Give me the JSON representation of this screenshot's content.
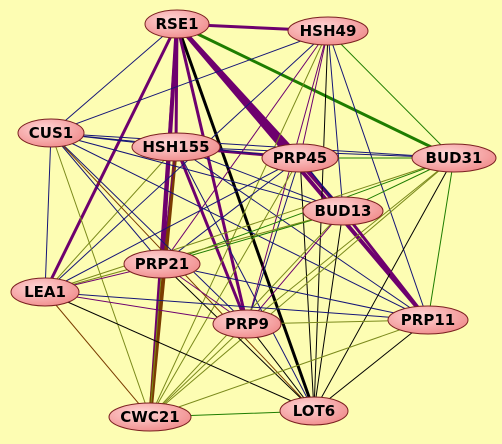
{
  "background_color": "#fdfdb3",
  "node_fill": "#f08c8c",
  "node_stroke": "#7a2020",
  "edge_colors": {
    "purple": "#6e006e",
    "green": "#1e7d00",
    "black": "#000000",
    "navy": "#151577",
    "brown": "#7a3c00",
    "olive": "#7b8a1c"
  },
  "nodes": [
    {
      "id": "RSE1",
      "label": "RSE1"
    },
    {
      "id": "HSH49",
      "label": "HSH49"
    },
    {
      "id": "CUS1",
      "label": "CUS1"
    },
    {
      "id": "HSH155",
      "label": "HSH155"
    },
    {
      "id": "PRP45",
      "label": "PRP45"
    },
    {
      "id": "BUD31",
      "label": "BUD31"
    },
    {
      "id": "BUD13",
      "label": "BUD13"
    },
    {
      "id": "PRP21",
      "label": "PRP21"
    },
    {
      "id": "LEA1",
      "label": "LEA1"
    },
    {
      "id": "PRP9",
      "label": "PRP9"
    },
    {
      "id": "PRP11",
      "label": "PRP11"
    },
    {
      "id": "CWC21",
      "label": "CWC21"
    },
    {
      "id": "LOT6",
      "label": "LOT6"
    }
  ],
  "edges": [
    {
      "source": "RSE1",
      "target": "HSH49",
      "color": "purple",
      "weight": 3
    },
    {
      "source": "RSE1",
      "target": "BUD31",
      "color": "green",
      "weight": 3
    },
    {
      "source": "RSE1",
      "target": "LOT6",
      "color": "black",
      "weight": 3
    },
    {
      "source": "RSE1",
      "target": "PRP45",
      "color": "purple",
      "weight": 4
    },
    {
      "source": "RSE1",
      "target": "BUD13",
      "color": "purple",
      "weight": 4
    },
    {
      "source": "RSE1",
      "target": "PRP11",
      "color": "purple",
      "weight": 4
    },
    {
      "source": "RSE1",
      "target": "LEA1",
      "color": "purple",
      "weight": 3
    },
    {
      "source": "RSE1",
      "target": "PRP21",
      "color": "purple",
      "weight": 4
    },
    {
      "source": "RSE1",
      "target": "PRP9",
      "color": "purple",
      "weight": 3
    },
    {
      "source": "RSE1",
      "target": "CWC21",
      "color": "purple",
      "weight": 3
    },
    {
      "source": "RSE1",
      "target": "HSH155",
      "color": "purple",
      "weight": 3
    },
    {
      "source": "RSE1",
      "target": "CUS1",
      "color": "navy",
      "weight": 1
    },
    {
      "source": "HSH155",
      "target": "CWC21",
      "color": "brown",
      "weight": 4
    },
    {
      "source": "HSH155",
      "target": "PRP45",
      "color": "purple",
      "weight": 3
    },
    {
      "source": "HSH155",
      "target": "PRP9",
      "color": "purple",
      "weight": 3
    },
    {
      "source": "HSH155",
      "target": "BUD31",
      "color": "navy",
      "weight": 1
    },
    {
      "source": "HSH155",
      "target": "BUD13",
      "color": "navy",
      "weight": 1
    },
    {
      "source": "HSH155",
      "target": "LOT6",
      "color": "navy",
      "weight": 1
    },
    {
      "source": "HSH155",
      "target": "PRP11",
      "color": "navy",
      "weight": 1
    },
    {
      "source": "HSH155",
      "target": "LEA1",
      "color": "olive",
      "weight": 1
    },
    {
      "source": "HSH155",
      "target": "PRP21",
      "color": "purple",
      "weight": 1
    },
    {
      "source": "HSH49",
      "target": "CUS1",
      "color": "navy",
      "weight": 1
    },
    {
      "source": "HSH49",
      "target": "BUD31",
      "color": "green",
      "weight": 1
    },
    {
      "source": "HSH49",
      "target": "PRP45",
      "color": "purple",
      "weight": 1
    },
    {
      "source": "HSH49",
      "target": "BUD13",
      "color": "navy",
      "weight": 1
    },
    {
      "source": "HSH49",
      "target": "PRP21",
      "color": "purple",
      "weight": 1
    },
    {
      "source": "HSH49",
      "target": "PRP9",
      "color": "purple",
      "weight": 1
    },
    {
      "source": "HSH49",
      "target": "PRP11",
      "color": "navy",
      "weight": 1
    },
    {
      "source": "HSH49",
      "target": "LOT6",
      "color": "black",
      "weight": 1
    },
    {
      "source": "HSH49",
      "target": "LEA1",
      "color": "navy",
      "weight": 1
    },
    {
      "source": "HSH49",
      "target": "CWC21",
      "color": "olive",
      "weight": 1
    },
    {
      "source": "CUS1",
      "target": "HSH155",
      "color": "navy",
      "weight": 1
    },
    {
      "source": "CUS1",
      "target": "PRP45",
      "color": "navy",
      "weight": 1
    },
    {
      "source": "CUS1",
      "target": "BUD31",
      "color": "navy",
      "weight": 1
    },
    {
      "source": "CUS1",
      "target": "BUD13",
      "color": "navy",
      "weight": 1
    },
    {
      "source": "CUS1",
      "target": "PRP21",
      "color": "navy",
      "weight": 1
    },
    {
      "source": "CUS1",
      "target": "LEA1",
      "color": "navy",
      "weight": 1
    },
    {
      "source": "CUS1",
      "target": "PRP9",
      "color": "navy",
      "weight": 1
    },
    {
      "source": "CUS1",
      "target": "PRP11",
      "color": "navy",
      "weight": 1
    },
    {
      "source": "CUS1",
      "target": "CWC21",
      "color": "olive",
      "weight": 1
    },
    {
      "source": "CUS1",
      "target": "LOT6",
      "color": "brown",
      "weight": 1
    },
    {
      "source": "PRP45",
      "target": "BUD31",
      "color": "green",
      "weight": 1
    },
    {
      "source": "PRP45",
      "target": "BUD13",
      "color": "navy",
      "weight": 1
    },
    {
      "source": "PRP45",
      "target": "PRP21",
      "color": "navy",
      "weight": 1
    },
    {
      "source": "PRP45",
      "target": "LEA1",
      "color": "navy",
      "weight": 1
    },
    {
      "source": "PRP45",
      "target": "PRP9",
      "color": "navy",
      "weight": 1
    },
    {
      "source": "PRP45",
      "target": "PRP11",
      "color": "navy",
      "weight": 1
    },
    {
      "source": "PRP45",
      "target": "LOT6",
      "color": "black",
      "weight": 1
    },
    {
      "source": "PRP45",
      "target": "CWC21",
      "color": "olive",
      "weight": 1
    },
    {
      "source": "BUD31",
      "target": "BUD13",
      "color": "green",
      "weight": 1
    },
    {
      "source": "BUD31",
      "target": "PRP21",
      "color": "green",
      "weight": 1
    },
    {
      "source": "BUD31",
      "target": "LEA1",
      "color": "olive",
      "weight": 1
    },
    {
      "source": "BUD31",
      "target": "PRP9",
      "color": "olive",
      "weight": 1
    },
    {
      "source": "BUD31",
      "target": "PRP11",
      "color": "green",
      "weight": 1
    },
    {
      "source": "BUD31",
      "target": "LOT6",
      "color": "black",
      "weight": 1
    },
    {
      "source": "BUD31",
      "target": "CWC21",
      "color": "olive",
      "weight": 1
    },
    {
      "source": "BUD13",
      "target": "PRP21",
      "color": "green",
      "weight": 1
    },
    {
      "source": "BUD13",
      "target": "LEA1",
      "color": "olive",
      "weight": 1
    },
    {
      "source": "BUD13",
      "target": "PRP9",
      "color": "purple",
      "weight": 1
    },
    {
      "source": "BUD13",
      "target": "PRP11",
      "color": "purple",
      "weight": 3
    },
    {
      "source": "BUD13",
      "target": "LOT6",
      "color": "black",
      "weight": 1
    },
    {
      "source": "BUD13",
      "target": "CWC21",
      "color": "olive",
      "weight": 1
    },
    {
      "source": "PRP21",
      "target": "LEA1",
      "color": "purple",
      "weight": 1
    },
    {
      "source": "PRP21",
      "target": "PRP9",
      "color": "purple",
      "weight": 1
    },
    {
      "source": "PRP21",
      "target": "PRP11",
      "color": "navy",
      "weight": 1
    },
    {
      "source": "PRP21",
      "target": "LOT6",
      "color": "black",
      "weight": 1
    },
    {
      "source": "PRP21",
      "target": "CWC21",
      "color": "olive",
      "weight": 1
    },
    {
      "source": "LEA1",
      "target": "PRP9",
      "color": "purple",
      "weight": 1
    },
    {
      "source": "LEA1",
      "target": "PRP11",
      "color": "navy",
      "weight": 1
    },
    {
      "source": "LEA1",
      "target": "CWC21",
      "color": "brown",
      "weight": 1
    },
    {
      "source": "LEA1",
      "target": "LOT6",
      "color": "black",
      "weight": 1
    },
    {
      "source": "PRP9",
      "target": "PRP11",
      "color": "olive",
      "weight": 1
    },
    {
      "source": "PRP9",
      "target": "CWC21",
      "color": "olive",
      "weight": 1
    },
    {
      "source": "PRP9",
      "target": "LOT6",
      "color": "black",
      "weight": 1
    },
    {
      "source": "PRP11",
      "target": "LOT6",
      "color": "black",
      "weight": 1
    },
    {
      "source": "PRP11",
      "target": "CWC21",
      "color": "olive",
      "weight": 1
    },
    {
      "source": "CWC21",
      "target": "LOT6",
      "color": "green",
      "weight": 1
    }
  ]
}
